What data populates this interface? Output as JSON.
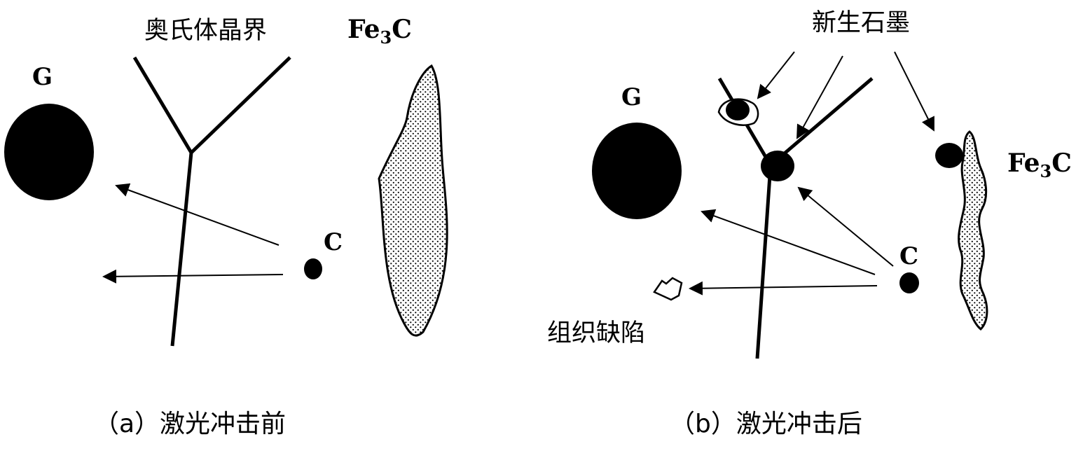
{
  "panel_a": {
    "label_graphite": "G",
    "label_grain_boundary": "奥氏体晶界",
    "label_cementite_main": "Fe",
    "label_cementite_sub": "3",
    "label_cementite_tail": "C",
    "label_carbon": "C",
    "caption": "（a）激光冲击前"
  },
  "panel_b": {
    "label_graphite": "G",
    "label_new_graphite": "新生石墨",
    "label_cementite_main": "Fe",
    "label_cementite_sub": "3",
    "label_cementite_tail": "C",
    "label_carbon": "C",
    "label_defect": "组织缺陷",
    "caption": "（b）激光冲击后"
  },
  "colors": {
    "ink": "#000000",
    "background": "#ffffff"
  }
}
